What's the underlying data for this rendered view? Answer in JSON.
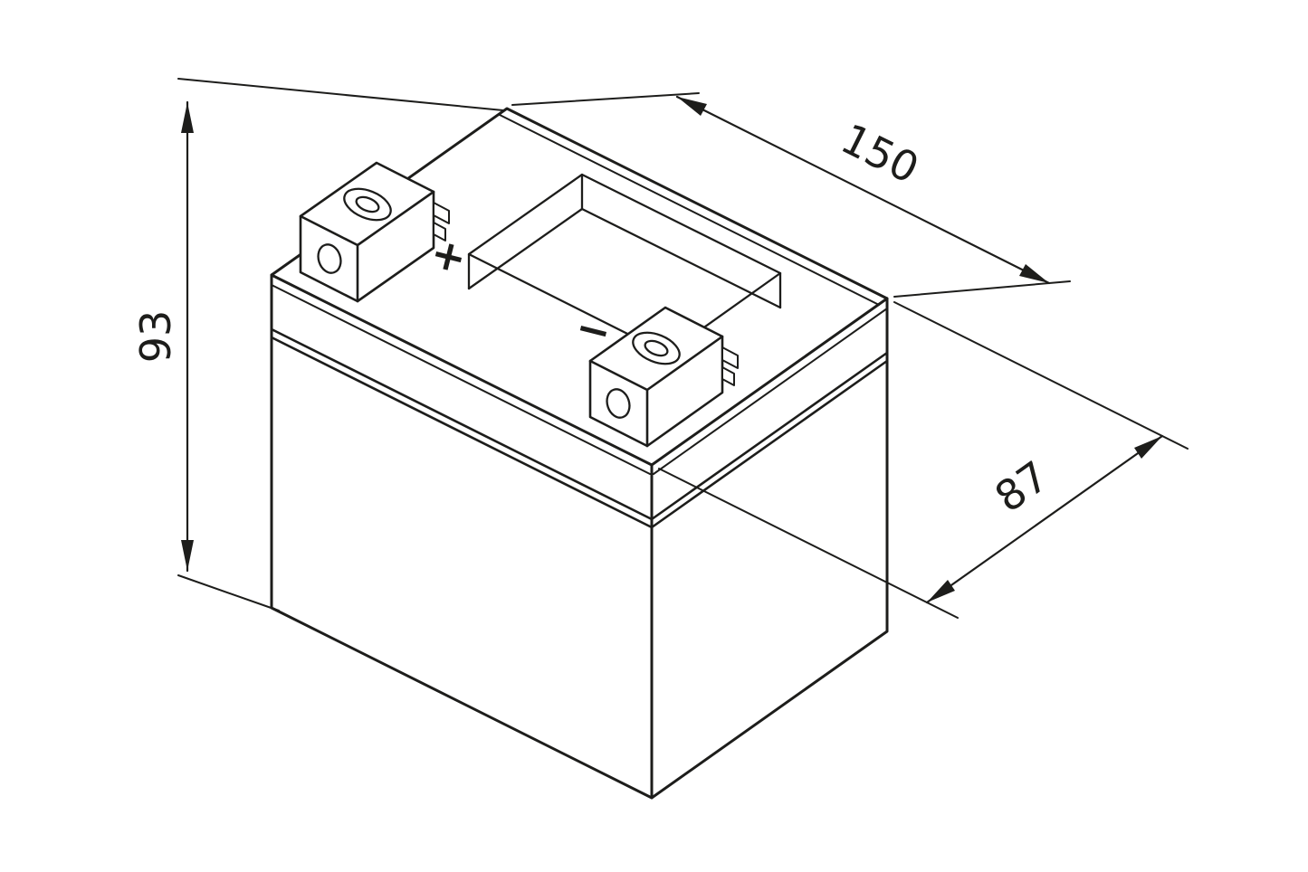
{
  "drawing": {
    "subject": "battery-outline-dimension-drawing",
    "background": "#ffffff",
    "line_color": "#1d1d1b"
  },
  "dimensions": {
    "length": {
      "value": "150"
    },
    "height": {
      "value": "93"
    },
    "width": {
      "value": "87"
    }
  },
  "terminals": {
    "positive_mark": "+",
    "negative_mark": "−"
  }
}
